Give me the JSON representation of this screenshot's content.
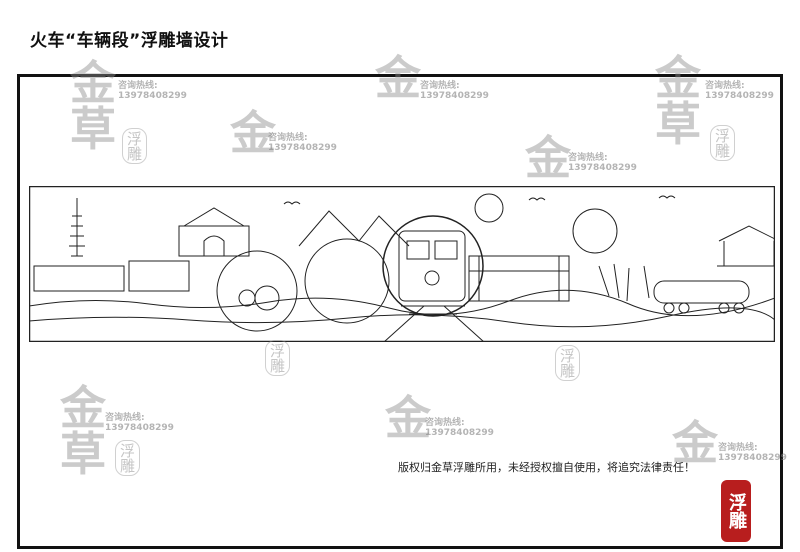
{
  "title": "火车“车辆段”浮雕墙设计",
  "watermark": {
    "brand_char_1": "金",
    "brand_char_2": "草",
    "tag_label": "浮雕",
    "contact_label": "咨询热线:",
    "contact_number": "13978408299"
  },
  "copyright": "版权归金草浮雕所用，未经授权擅自使用，将追究法律责任！",
  "seal_label": "浮雕",
  "colors": {
    "line": "#111111",
    "seal": "#b81e1e",
    "watermark": "#999999"
  }
}
